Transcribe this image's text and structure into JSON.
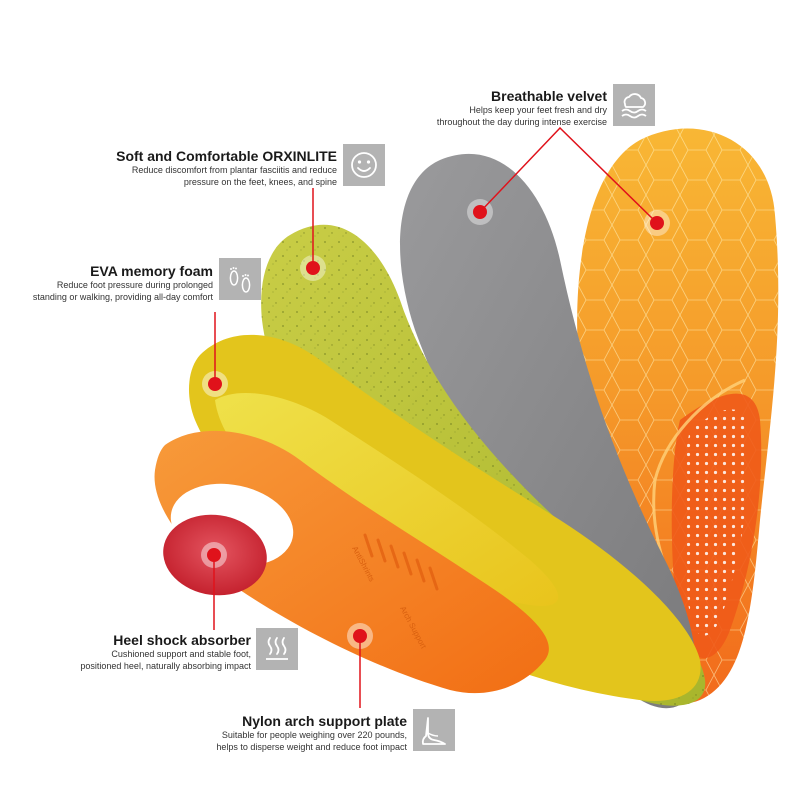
{
  "colors": {
    "accent_red": "#e0121b",
    "icon_bg": "#b3b3b3",
    "layer_orange_top": "#f47a20",
    "layer_velvet_gray": "#8a8a8c",
    "layer_green_foam": "#b9c234",
    "layer_yellow_memory": "#eed21e",
    "layer_orange_plate": "#f57d1f",
    "heel_pad_red": "#d42e3a"
  },
  "plate_text": {
    "line1": "Arch Support",
    "line2": "AntiShrints"
  },
  "callouts": [
    {
      "id": "breathable",
      "title": "Breathable velvet",
      "desc": [
        "Helps keep your feet fresh and dry",
        "throughout the day during intense exercise"
      ],
      "icon": "breathable-cloud-icon"
    },
    {
      "id": "orxinlite",
      "title": "Soft and Comfortable ORXINLITE",
      "desc": [
        "Reduce discomfort from plantar fasciitis and reduce",
        "pressure on the feet, knees, and spine"
      ],
      "icon": "smiley-face-icon"
    },
    {
      "id": "eva",
      "title": "EVA memory foam",
      "desc": [
        "Reduce foot pressure during prolonged",
        "standing or walking, providing all-day comfort"
      ],
      "icon": "footprints-icon"
    },
    {
      "id": "heel",
      "title": "Heel shock absorber",
      "desc": [
        "Cushioned support and stable foot,",
        "positioned heel, naturally absorbing impact"
      ],
      "icon": "heat-waves-icon"
    },
    {
      "id": "nylon",
      "title": "Nylon arch support plate",
      "desc": [
        "Suitable for people weighing over 220 pounds,",
        "helps to disperse weight and reduce foot impact"
      ],
      "icon": "foot-arch-icon"
    }
  ]
}
